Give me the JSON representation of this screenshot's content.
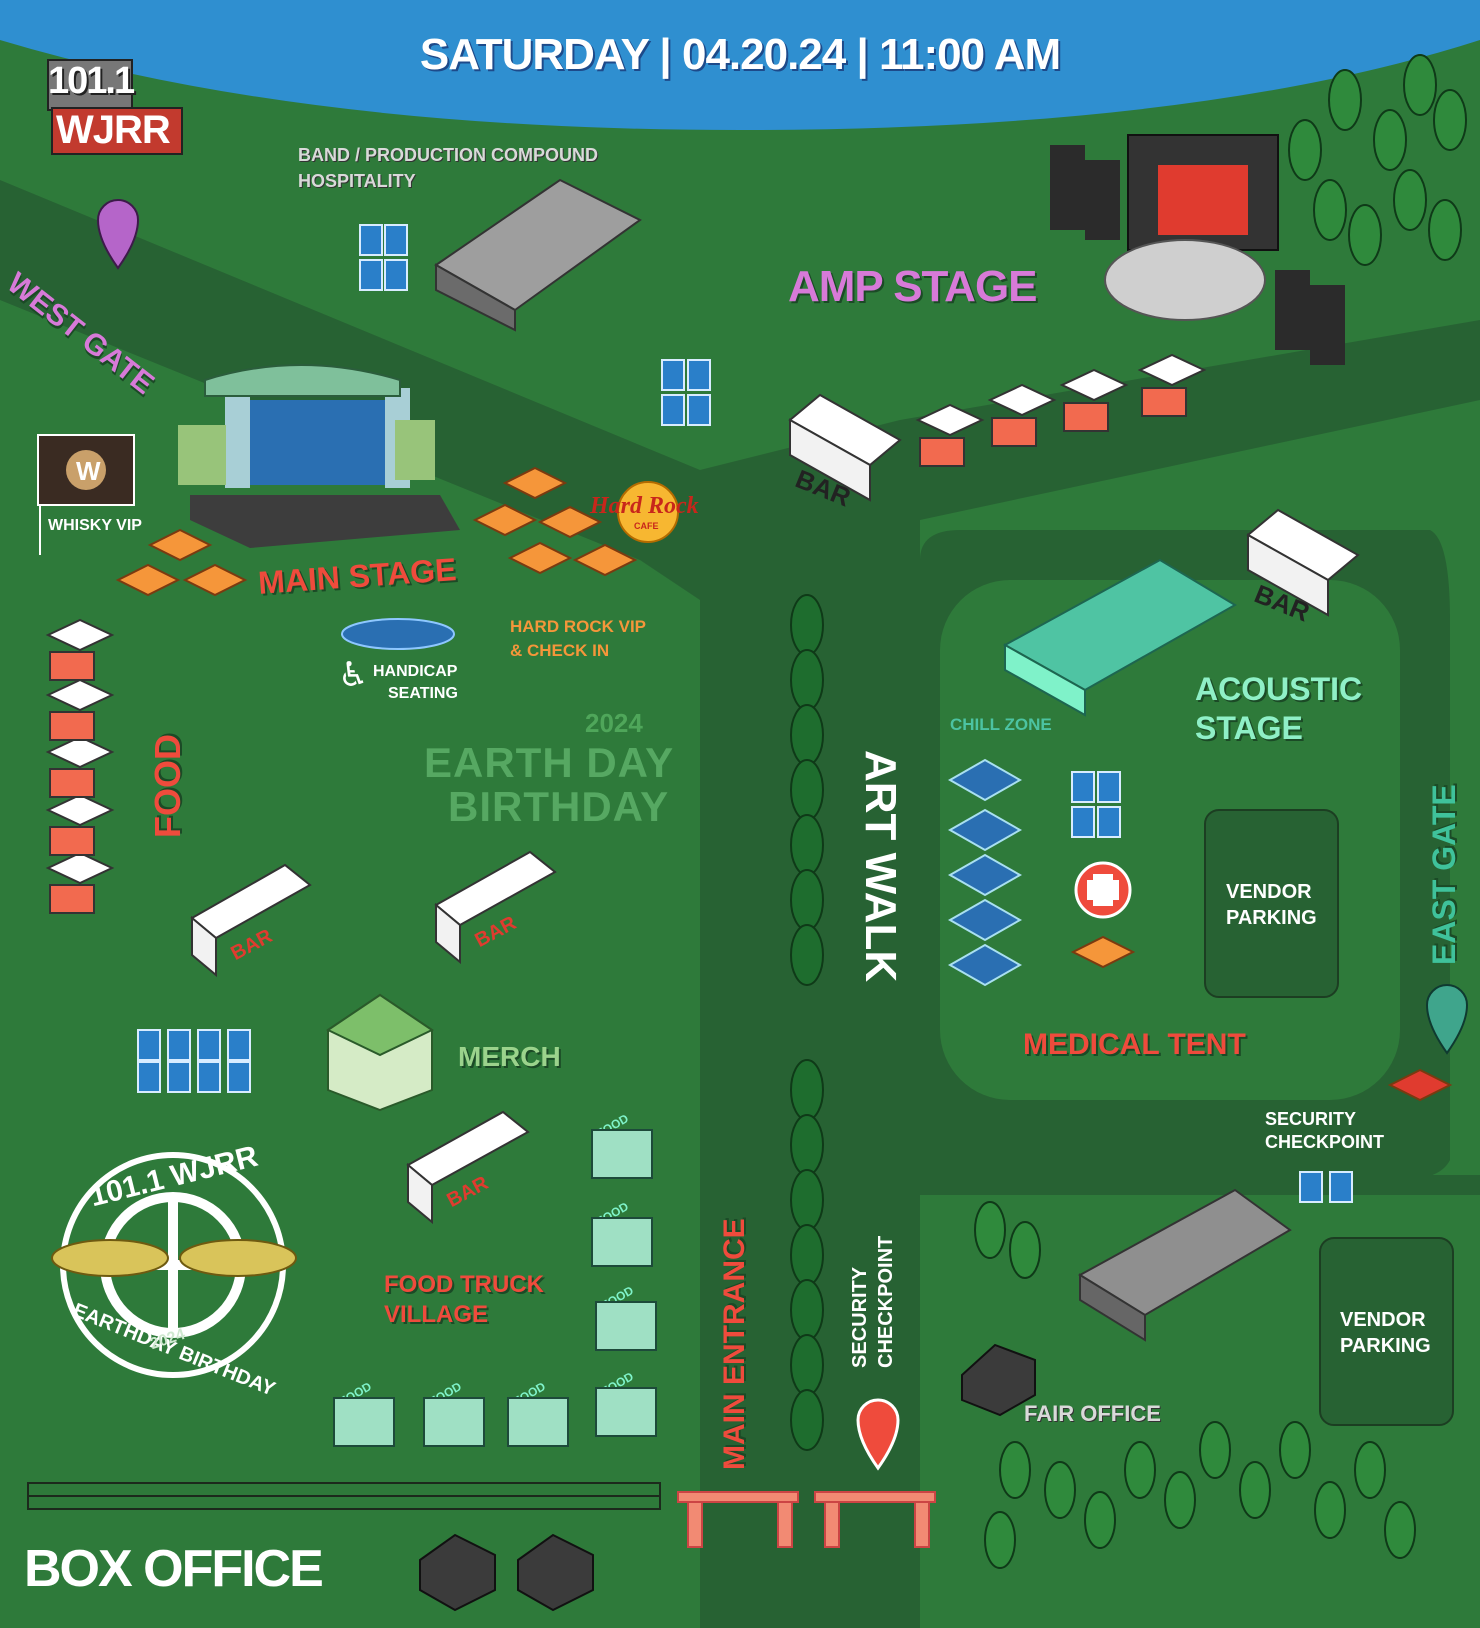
{
  "header": {
    "banner": "SATURDAY | 04.20.24 | 11:00 AM"
  },
  "branding": {
    "station_logo_top": "101.1",
    "station_logo_bottom": "WJRR",
    "badge_top": "101.1 WJRR",
    "badge_bottom": "EARTHDAY BIRTHDAY",
    "badge_year": "2024"
  },
  "labels": {
    "band_compound_line1": "BAND / PRODUCTION COMPOUND",
    "band_compound_line2": "HOSPITALITY",
    "amp_stage": "AMP STAGE",
    "west_gate": "WEST GATE",
    "whisky_vip": "WHISKY VIP",
    "main_stage": "MAIN STAGE",
    "hard_rock_vip_line1": "HARD ROCK VIP",
    "hard_rock_vip_line2": "& CHECK IN",
    "hard_rock_logo": "Hard Rock",
    "hard_rock_logo_sub": "CAFE",
    "handicap_line1": "HANDICAP",
    "handicap_line2": "SEATING",
    "food": "FOOD",
    "event_year": "2024",
    "event_line1": "EARTH DAY",
    "event_line2": "BIRTHDAY",
    "art_walk": "ART WALK",
    "acoustic_line1": "ACOUSTIC",
    "acoustic_line2": "STAGE",
    "chill_zone": "CHILL ZONE",
    "vendor_parking_1_line1": "VENDOR",
    "vendor_parking_1_line2": "PARKING",
    "east_gate": "EAST GATE",
    "medical_tent": "MEDICAL TENT",
    "merch": "MERCH",
    "security_checkpoint_east_line1": "SECURITY",
    "security_checkpoint_east_line2": "CHECKPOINT",
    "food_truck_line1": "FOOD TRUCK",
    "food_truck_line2": "VILLAGE",
    "main_entrance": "MAIN ENTRANCE",
    "security_checkpoint_main_line1": "SECURITY",
    "security_checkpoint_main_line2": "CHECKPOINT",
    "vendor_parking_2_line1": "VENDOR",
    "vendor_parking_2_line2": "PARKING",
    "fair_office": "FAIR OFFICE",
    "box_office": "BOX OFFICE"
  },
  "bars": {
    "label": "BAR"
  },
  "food_carts": {
    "label": "FOOD"
  },
  "colors": {
    "grass": "#2e7a3a",
    "path": "#276233",
    "sky": "#2f8fd0",
    "accent_pink": "#d77ad8",
    "accent_red": "#ef4b3c",
    "accent_mint": "#8ff0c7"
  }
}
